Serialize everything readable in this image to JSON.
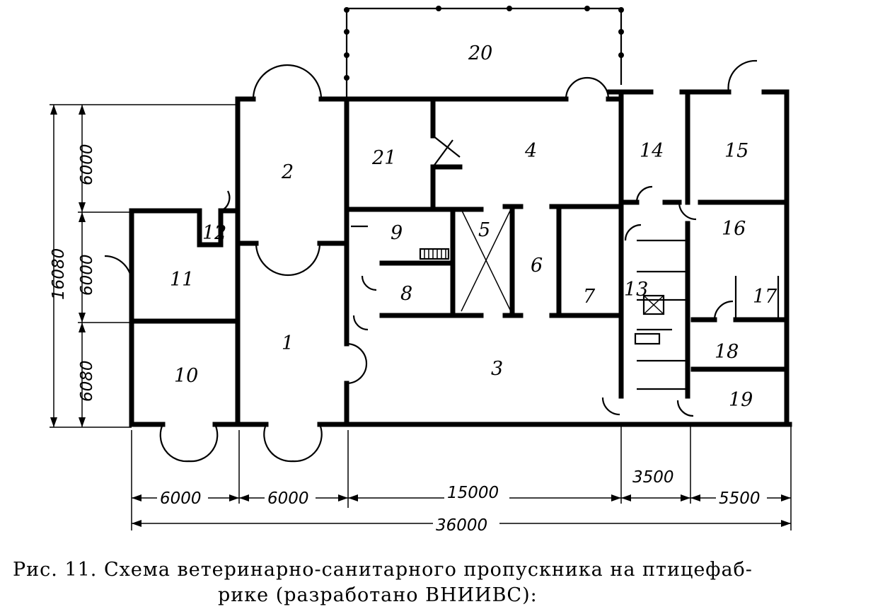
{
  "rooms": [
    {
      "id": "1",
      "label": "1"
    },
    {
      "id": "2",
      "label": "2"
    },
    {
      "id": "3",
      "label": "3"
    },
    {
      "id": "4",
      "label": "4"
    },
    {
      "id": "5",
      "label": "5"
    },
    {
      "id": "6",
      "label": "6"
    },
    {
      "id": "7",
      "label": "7"
    },
    {
      "id": "8",
      "label": "8"
    },
    {
      "id": "9",
      "label": "9"
    },
    {
      "id": "10",
      "label": "10"
    },
    {
      "id": "11",
      "label": "11"
    },
    {
      "id": "12",
      "label": "12"
    },
    {
      "id": "13",
      "label": "13"
    },
    {
      "id": "14",
      "label": "14"
    },
    {
      "id": "15",
      "label": "15"
    },
    {
      "id": "16",
      "label": "16"
    },
    {
      "id": "17",
      "label": "17"
    },
    {
      "id": "18",
      "label": "18"
    },
    {
      "id": "19",
      "label": "19"
    },
    {
      "id": "20",
      "label": "20"
    },
    {
      "id": "21",
      "label": "21"
    }
  ],
  "dimensions": {
    "bottom_6000_a": "6000",
    "bottom_6000_b": "6000",
    "bottom_15000": "15000",
    "bottom_3500": "3500",
    "bottom_5500": "5500",
    "total_36000": "36000",
    "left_total_16080": "16080",
    "left_6000_top": "6000",
    "left_6000_mid": "6000",
    "left_6080_bottom": "6080"
  },
  "caption": {
    "line1": "Рис. 11. Схема ветеринарно-санитарного пропускника на птицефаб-",
    "line2": "рике (разработано ВНИИВС):"
  }
}
